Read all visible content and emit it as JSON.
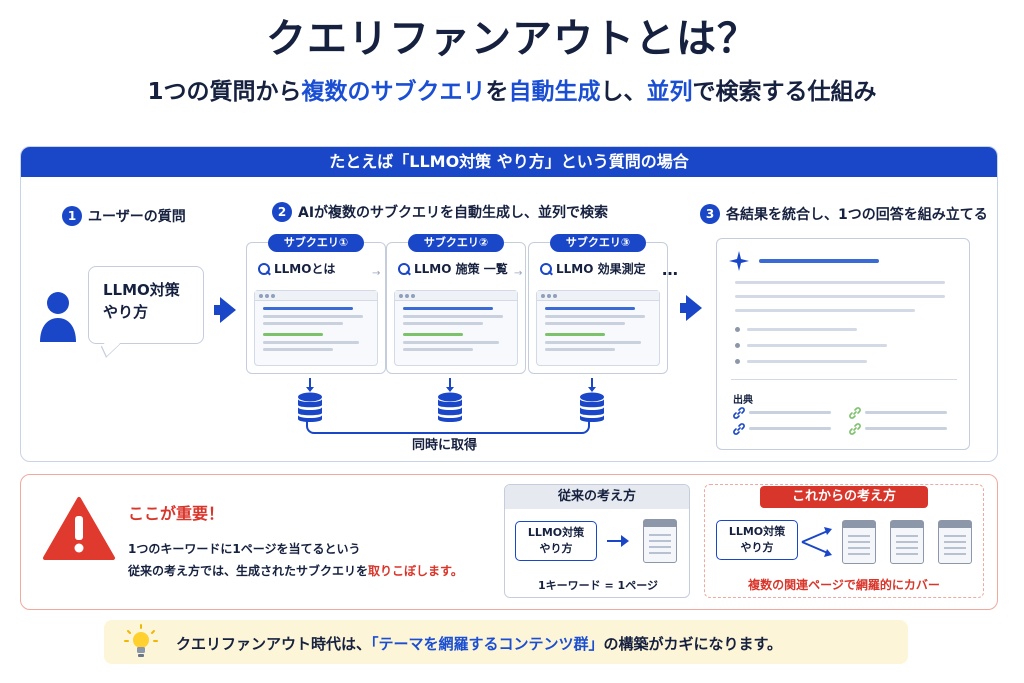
{
  "title": "クエリファンアウトとは？",
  "subtitle": {
    "p1": "1つの質問から",
    "h1": "複数のサブクエリ",
    "p2": "を",
    "h2": "自動生成",
    "p3": "し、",
    "h3": "並列",
    "p4": "で検索する仕組み"
  },
  "example": {
    "header": "たとえば「LLMO対策 やり方」という質問の場合",
    "steps": [
      {
        "num": "1",
        "label": "ユーザーの質問"
      },
      {
        "num": "2",
        "label": "AIが複数のサブクエリを自動生成し、並列で検索"
      },
      {
        "num": "3",
        "label": "各結果を統合し、1つの回答を組み立てる"
      }
    ],
    "question_line1": "LLMO対策",
    "question_line2": "やり方",
    "subqueries": [
      {
        "tag": "サブクエリ①",
        "query": "LLMOとは"
      },
      {
        "tag": "サブクエリ②",
        "query": "LLMO 施策 一覧"
      },
      {
        "tag": "サブクエリ③",
        "query": "LLMO 効果測定"
      }
    ],
    "ellipsis": "…",
    "simultaneous": "同時に取得",
    "sources_label": "出典"
  },
  "important": {
    "title": "ここが重要！",
    "line1": "1つのキーワードに1ページを当てるという",
    "line2_pre": "従来の考え方では、生成されたサブクエリを",
    "line2_red": "取りこぼします。",
    "old": {
      "header": "従来の考え方",
      "box_line1": "LLMO対策",
      "box_line2": "やり方",
      "caption": "1キーワード = 1ページ"
    },
    "new": {
      "header": "これからの考え方",
      "box_line1": "LLMO対策",
      "box_line2": "やり方",
      "caption": "複数の関連ページで網羅的にカバー"
    }
  },
  "bottom": {
    "pre": "クエリファンアウト時代は、",
    "hl": "「テーマを網羅するコンテンツ群」",
    "post": "の構築がカギになります。"
  },
  "icons": {
    "user": "user-icon",
    "search": "search-icon",
    "database": "database-icon",
    "sparkle": "sparkle-icon",
    "link": "link-icon",
    "warning": "warning-icon",
    "bulb": "lightbulb-icon"
  },
  "colors": {
    "brand_blue": "#1a47c7",
    "accent_red": "#d9362b",
    "highlight_yellow": "#ffe34d",
    "result_green": "#7cc26b"
  }
}
